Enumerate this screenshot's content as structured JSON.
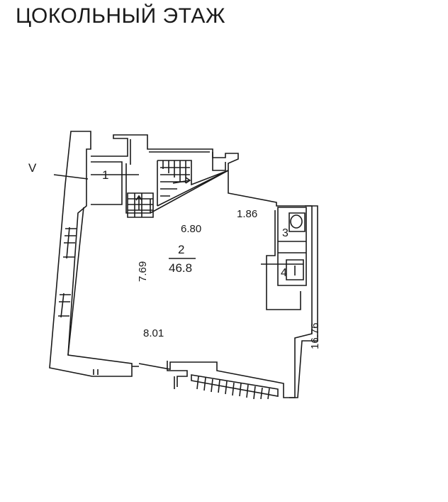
{
  "title": "ЦОКОЛЬНЫЙ ЭТАЖ",
  "entry_mark": "V",
  "rooms": [
    {
      "number": "1"
    },
    {
      "number": "2",
      "area": "46.8"
    },
    {
      "number": "3"
    },
    {
      "number": "4"
    }
  ],
  "dimensions": {
    "top": "6.80",
    "left": "7.69",
    "bottom": "8.01",
    "corner": "1.86",
    "right_outer": "16.76"
  },
  "colors": {
    "line": "#1a1a1a",
    "background": "#ffffff"
  }
}
